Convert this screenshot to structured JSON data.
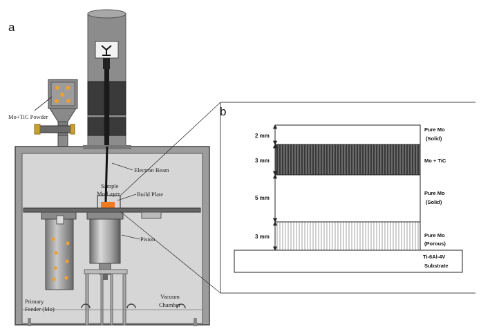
{
  "panel_a": {
    "letter": "a",
    "labels": {
      "powder": "Mo+TiC Powder",
      "electron_beam": "Electron Beam",
      "sample_line1": "Sample",
      "sample_line2": "Mo Layer",
      "build_plate": "Build Plate",
      "piston": "Piston",
      "feeder_line1": "Primary",
      "feeder_line2": "Feeder (Mo)",
      "chamber_line1": "Vacuum",
      "chamber_line2": "Chamber"
    },
    "colors": {
      "powder_dot": "#f0a030",
      "sample_block": "#f07a20",
      "machine_gray": "#8c8c8c"
    }
  },
  "panel_b": {
    "letter": "b",
    "layers": [
      {
        "thickness": "2 mm",
        "name_line1": "Pure Mo",
        "name_line2": "(Solid)",
        "fill": "solid"
      },
      {
        "thickness": "3 mm",
        "name_line1": "Mo + TiC",
        "name_line2": "",
        "fill": "dense-hatch"
      },
      {
        "thickness": "5 mm",
        "name_line1": "Pure Mo",
        "name_line2": "(Solid)",
        "fill": "solid"
      },
      {
        "thickness": "3 mm",
        "name_line1": "Pure Mo",
        "name_line2": "(Porous)",
        "fill": "light-hatch"
      }
    ],
    "substrate_line1": "Ti-6Al-4V",
    "substrate_line2": "Substrate"
  }
}
